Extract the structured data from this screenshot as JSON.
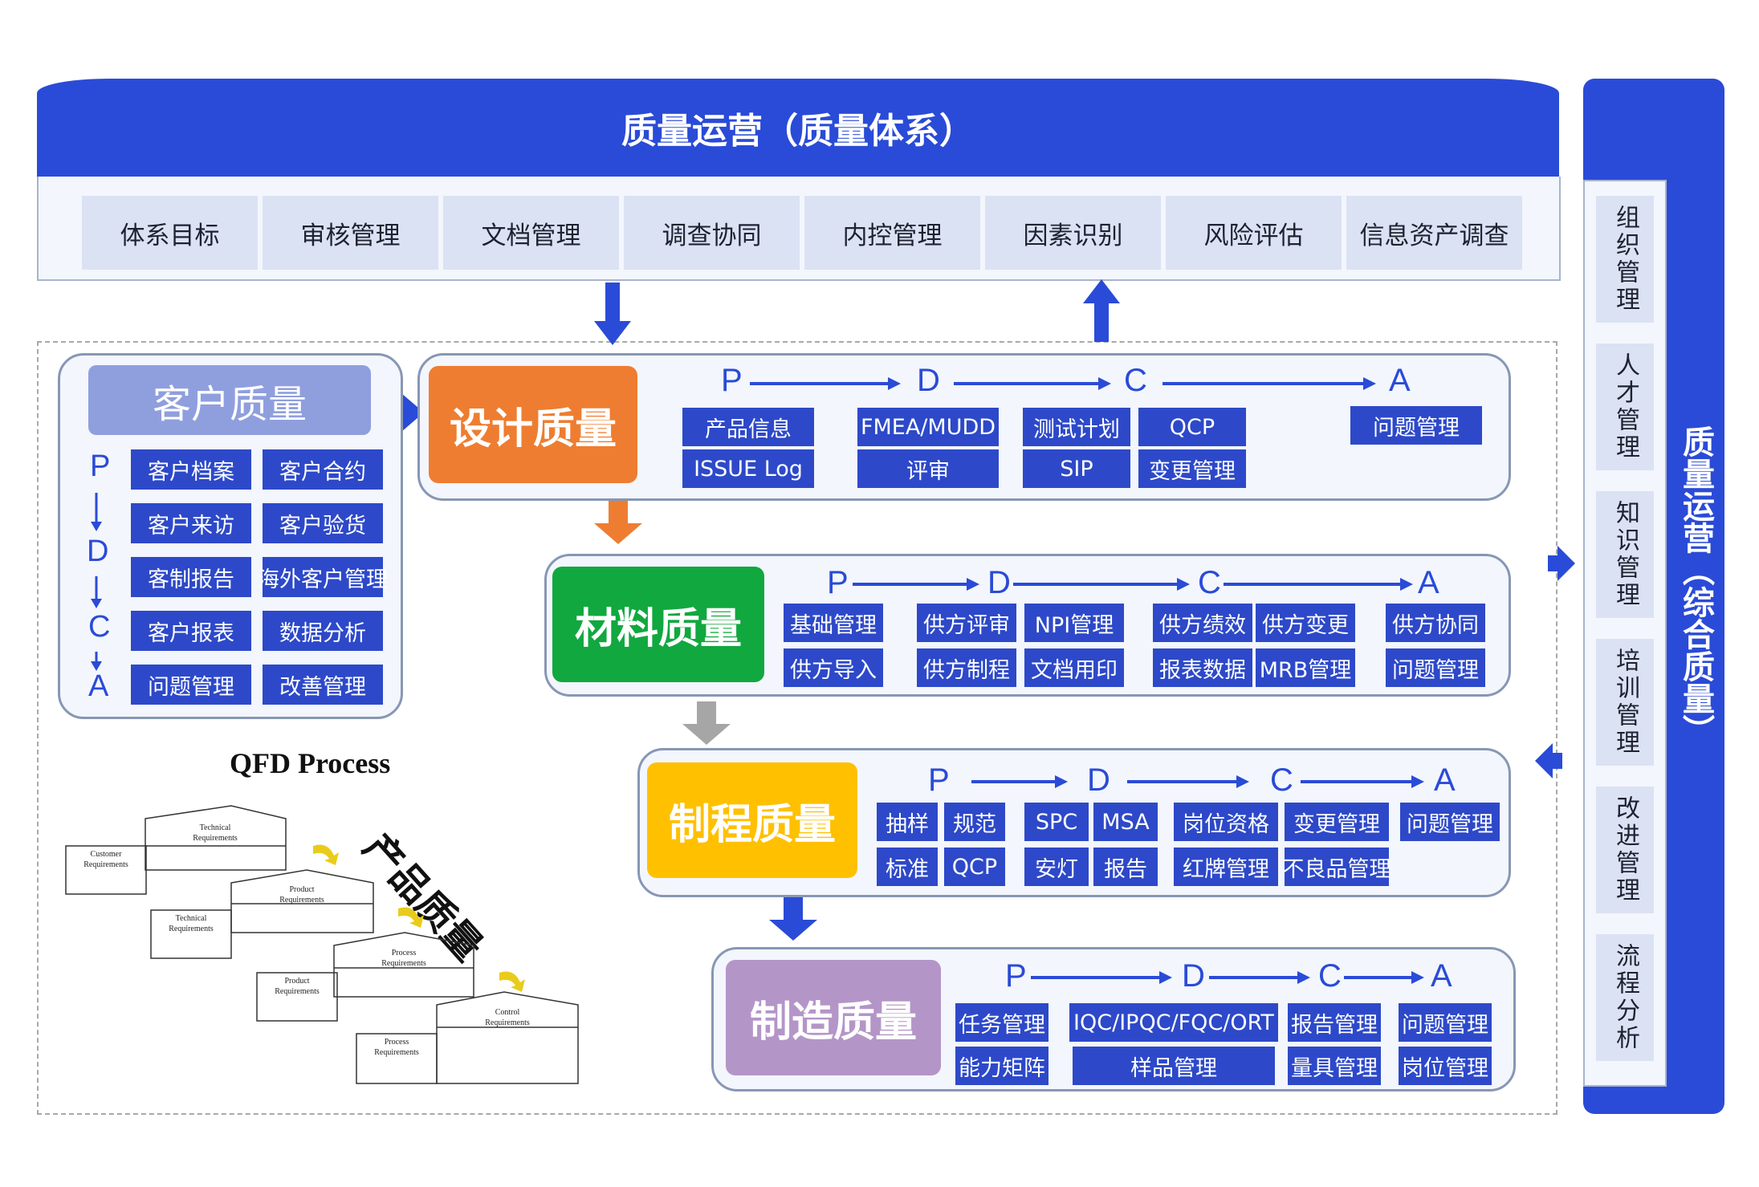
{
  "top": {
    "title": "质量运营（质量体系）",
    "items": [
      "体系目标",
      "审核管理",
      "文档管理",
      "调查协同",
      "内控管理",
      "因素识别",
      "风险评估",
      "信息资产调查"
    ]
  },
  "right": {
    "title": "质量运营（综合质量）",
    "items": [
      "组织管理",
      "人才管理",
      "知识管理",
      "培训管理",
      "改进管理",
      "流程分析"
    ]
  },
  "customer": {
    "title": "客户质量",
    "pdca": [
      "P",
      "D",
      "C",
      "A"
    ],
    "items": [
      "客户档案",
      "客户合约",
      "客户来访",
      "客户验货",
      "客制报告",
      "海外客户管理",
      "客户报表",
      "数据分析",
      "问题管理",
      "改善管理"
    ]
  },
  "design": {
    "title": "设计质量",
    "letters": [
      "P",
      "D",
      "C",
      "A"
    ],
    "items": [
      "产品信息",
      "ISSUE Log",
      "FMEA/MUDD",
      "评审",
      "测试计划",
      "SIP",
      "QCP",
      "变更管理",
      "问题管理"
    ]
  },
  "material": {
    "title": "材料质量",
    "letters": [
      "P",
      "D",
      "C",
      "A"
    ],
    "items": [
      "基础管理",
      "供方导入",
      "供方评审",
      "供方制程",
      "NPI管理",
      "文档用印",
      "供方绩效",
      "报表数据",
      "供方变更",
      "MRB管理",
      "供方协同",
      "问题管理"
    ]
  },
  "process": {
    "title": "制程质量",
    "letters": [
      "P",
      "D",
      "C",
      "A"
    ],
    "items": [
      "抽样",
      "标准",
      "规范",
      "QCP",
      "SPC",
      "安灯",
      "MSA",
      "报告",
      "岗位资格",
      "红牌管理",
      "变更管理",
      "不良品管理",
      "问题管理"
    ]
  },
  "manufacture": {
    "title": "制造质量",
    "letters": [
      "P",
      "D",
      "C",
      "A"
    ],
    "items": [
      "任务管理",
      "能力矩阵",
      "IQC/IPQC/FQC/ORT",
      "样品管理",
      "报告管理",
      "量具管理",
      "问题管理",
      "岗位管理"
    ]
  },
  "qfd": {
    "title": "QFD Process",
    "stamp": "产品质量",
    "labels": {
      "customer": [
        "Customer",
        "Requirements"
      ],
      "technical": [
        "Technical",
        "Requirements"
      ],
      "product": [
        "Product",
        "Requirements"
      ],
      "process": [
        "Process",
        "Requirements"
      ],
      "control": [
        "Control",
        "Requirements"
      ]
    }
  },
  "colors": {
    "primary": "#2a4bd7",
    "box": "#2d49c9",
    "design": "#ee7d31",
    "material": "#11a83f",
    "process": "#ffc000",
    "manufacture": "#b495c8",
    "customer": "#8f9fde",
    "panel": "#f3f6fc"
  }
}
